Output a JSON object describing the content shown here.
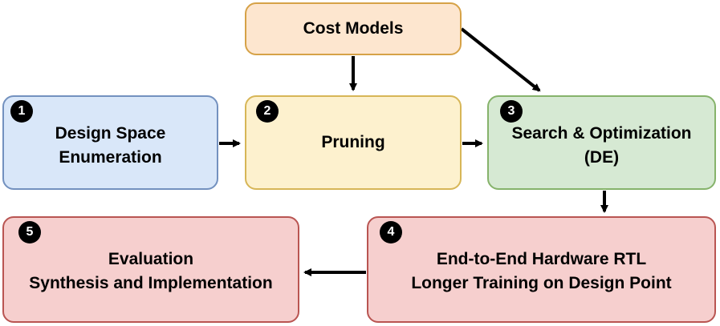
{
  "nodes": {
    "cost": {
      "lines": [
        "Cost Models"
      ]
    },
    "dse": {
      "step": "1",
      "lines": [
        "Design Space",
        "Enumeration"
      ]
    },
    "prune": {
      "step": "2",
      "lines": [
        "Pruning"
      ]
    },
    "search": {
      "step": "3",
      "lines": [
        "Search & Optimization",
        "(DE)"
      ]
    },
    "e2e": {
      "step": "4",
      "lines": [
        "End-to-End Hardware RTL",
        "Longer Training on Design Point"
      ]
    },
    "eval": {
      "step": "5",
      "lines": [
        "Evaluation",
        "Synthesis and Implementation"
      ]
    }
  },
  "edges": [
    [
      "cost",
      "prune"
    ],
    [
      "cost",
      "search"
    ],
    [
      "dse",
      "prune"
    ],
    [
      "prune",
      "search"
    ],
    [
      "search",
      "e2e"
    ],
    [
      "e2e",
      "eval"
    ]
  ],
  "colors": {
    "cost": "#fde6cf",
    "dse": "#d9e7f9",
    "prune": "#fdf1ce",
    "search": "#d6e9d3",
    "e2e": "#f6cfce",
    "eval": "#f6cfce"
  }
}
